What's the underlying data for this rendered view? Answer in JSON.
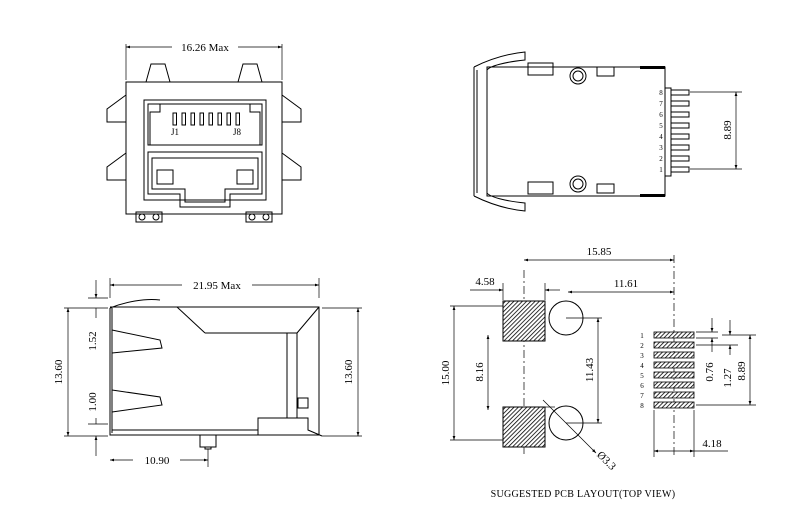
{
  "front_view": {
    "width_label": "16.26 Max",
    "pin_first_label": "J1",
    "pin_last_label": "J8"
  },
  "rear_view": {
    "pins": [
      "8",
      "7",
      "6",
      "5",
      "4",
      "3",
      "2",
      "1"
    ],
    "pitch_span_label": "8.89"
  },
  "side_view": {
    "length_label": "21.95 Max",
    "height_left_label": "13.60",
    "height_right_label": "13.60",
    "upper_offset_label": "1.52",
    "lower_offset_label": "1.00",
    "peg_offset_label": "10.90"
  },
  "pcb_layout": {
    "overall_x_label": "15.85",
    "mount_pad_label": "4.58",
    "hole_to_pins_label": "11.61",
    "overall_y_label": "15.00",
    "mount_pitch_label": "8.16",
    "hole_pitch_label": "11.43",
    "hole_diameter_label": "Ø3.3",
    "pin_width_label": "0.76",
    "pin_pitch_label": "1.27",
    "pin_span_label": "8.89",
    "pin_row_to_edge_label": "4.18",
    "pin_numbers": [
      "1",
      "2",
      "3",
      "4",
      "5",
      "6",
      "7",
      "8"
    ],
    "caption": "SUGGESTED PCB LAYOUT(TOP VIEW)"
  }
}
